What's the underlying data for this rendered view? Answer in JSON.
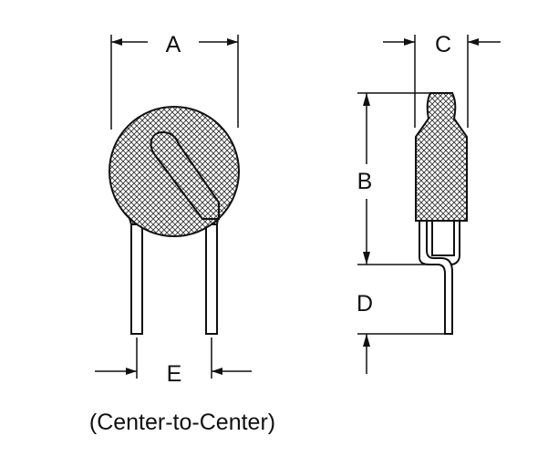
{
  "labels": {
    "A": "A",
    "B": "B",
    "C": "C",
    "D": "D",
    "E": "E",
    "e_note": "(Center-to-Center)"
  },
  "colors": {
    "ink": "#111111",
    "body_fill": "#8a8a8a",
    "background": "#ffffff"
  }
}
